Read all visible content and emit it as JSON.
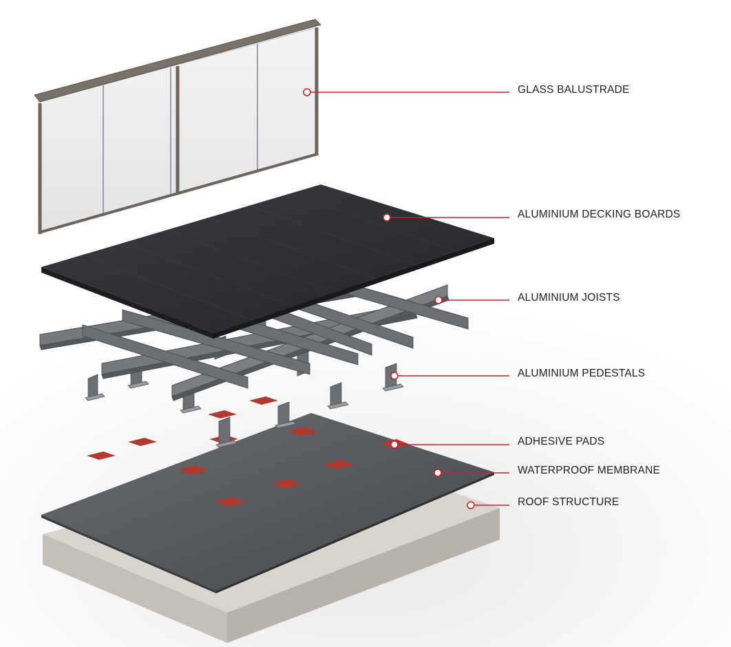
{
  "labels": {
    "glass_balustrade": "GLASS BALUSTRADE",
    "decking_boards": "ALUMINIUM DECKING BOARDS",
    "joists": "ALUMINIUM JOISTS",
    "pedestals": "ALUMINIUM PEDESTALS",
    "adhesive_pads": "ADHESIVE PADS",
    "waterproof_membrane": "WATERPROOF MEMBRANE",
    "roof_structure": "ROOF STRUCTURE"
  },
  "colors": {
    "callout": "#c8202a",
    "decking": "#2c2e30",
    "joist": "#6b6e72",
    "membrane": "#55585b",
    "roof": "#cfccc4",
    "pad": "#b03a2e",
    "glass_frame": "#6d655c"
  }
}
